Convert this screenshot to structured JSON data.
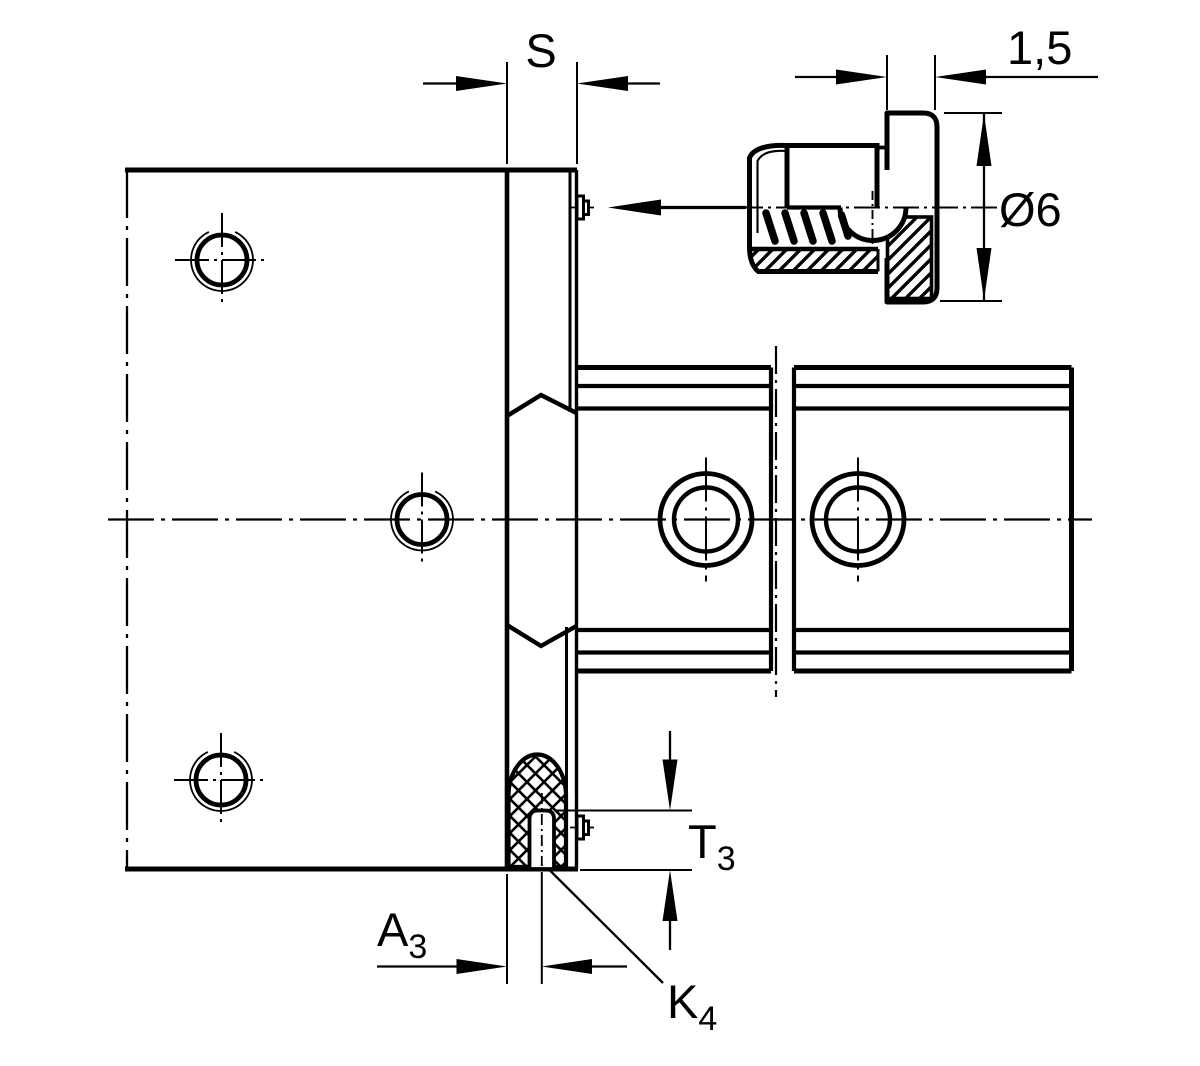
{
  "drawing": {
    "type": "technical-engineering-drawing",
    "background_color": "#ffffff",
    "line_color": "#000000",
    "views": {
      "main_view": "carriage end plate with seal strip and guide rail, front view",
      "detail_view": "funnel-type lubrication nipple pressed into end plate, section"
    },
    "dimensions": {
      "s": {
        "label": "S"
      },
      "offset_1_5": {
        "label": "1,5"
      },
      "diameter_6": {
        "label": "Ø6"
      },
      "t3": {
        "label": "T",
        "subscript": "3"
      },
      "a3": {
        "label": "A",
        "subscript": "3"
      },
      "k4": {
        "label": "K",
        "subscript": "4"
      }
    }
  }
}
